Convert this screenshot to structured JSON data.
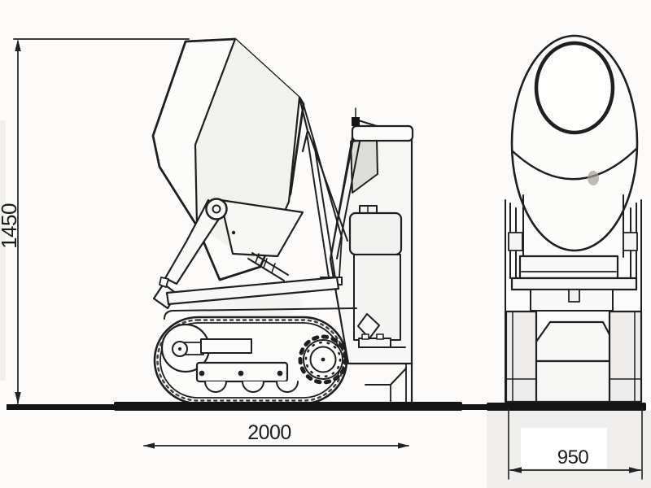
{
  "diagram": {
    "type": "technical-drawing",
    "dimensions": {
      "height": "1450",
      "length": "2000",
      "width": "950"
    },
    "colors": {
      "line": "#1f1f1f",
      "ground": "#141414",
      "paper": "#fcfbf9",
      "shade_light": "#f1f1ee",
      "smudge": "#a39d94"
    }
  }
}
